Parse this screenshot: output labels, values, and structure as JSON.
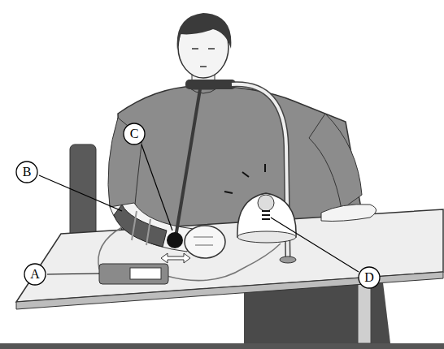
{
  "diagram": {
    "nodes": [
      {
        "text": [
          "C"
        ]
      },
      {
        "text": [
          "B"
        ]
      },
      {
        "text": [
          "A"
        ]
      },
      {
        "text": [
          "D"
        ]
      }
    ]
  }
}
